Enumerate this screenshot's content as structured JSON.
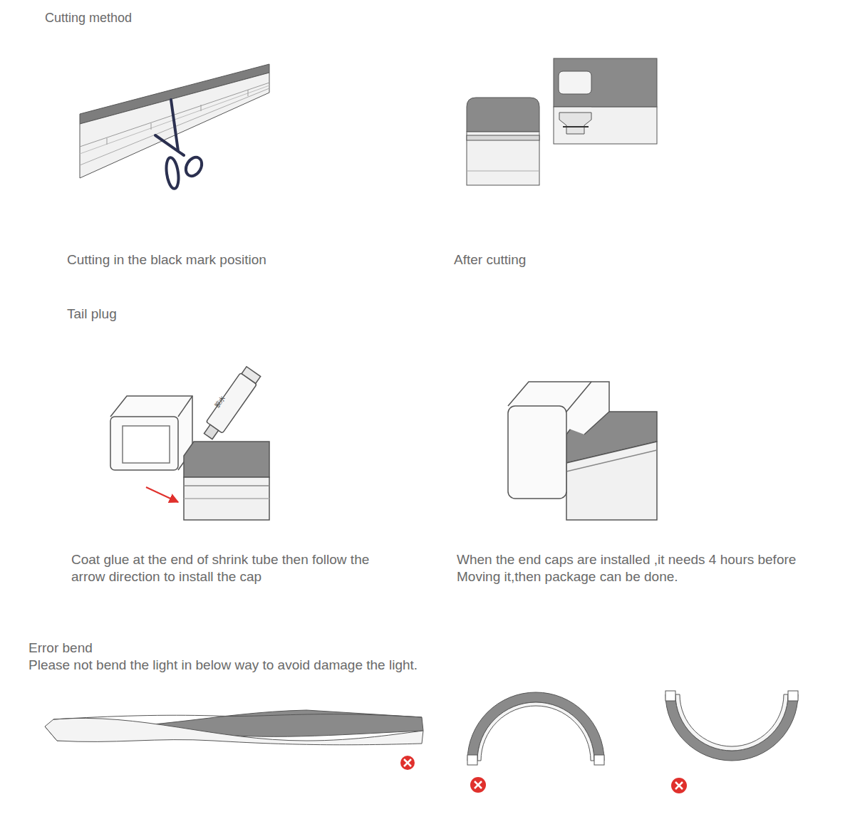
{
  "diagram": {
    "labels": [
      "Cutting method",
      "Cutting in the black mark position",
      "After cutting",
      "Tail plug",
      "胶水",
      "Coat glue at the end of shrink tube then follow the arrow direction to install the cap",
      "When the end caps are installed ,it needs 4 hours before Moving it,then package can be done.",
      "Error bend",
      "Please not bend the light in below way to avoid damage the light."
    ]
  }
}
